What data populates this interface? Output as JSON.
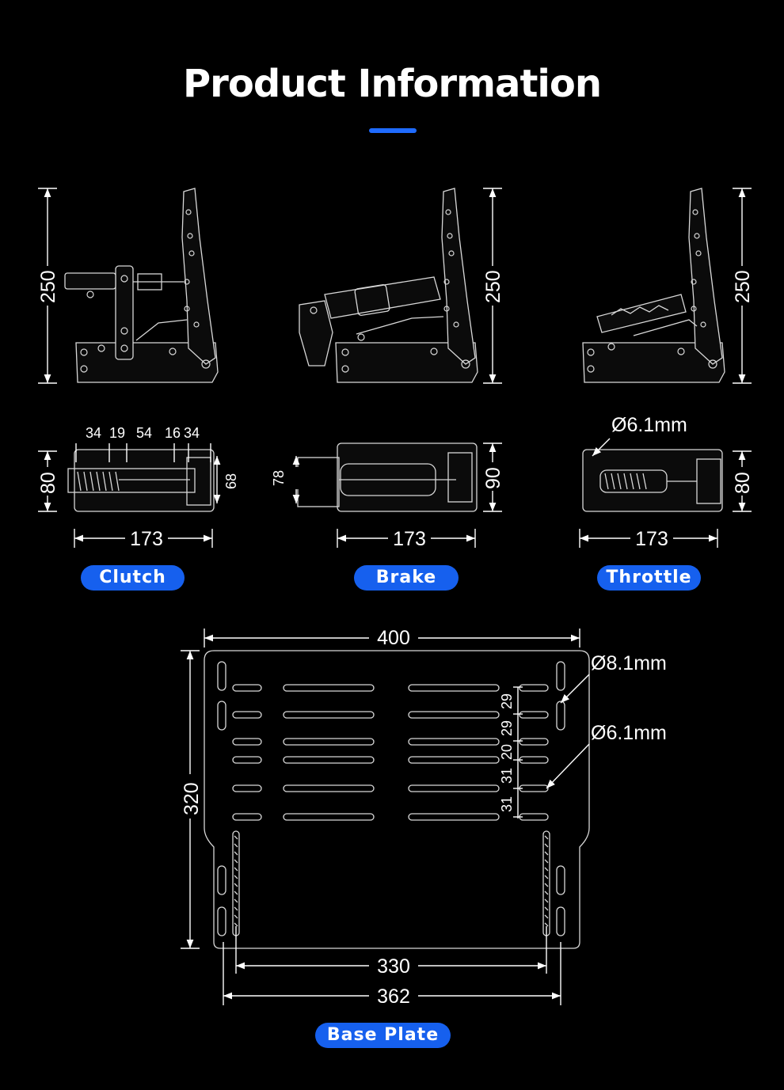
{
  "title": "Product Information",
  "accent_color": "#1660ee",
  "clutch": {
    "label": "Clutch",
    "height": "250",
    "width": "173",
    "depth_outer": "80",
    "depth_inner": "68",
    "segments": [
      "34",
      "19",
      "54",
      "16",
      "34"
    ]
  },
  "brake": {
    "label": "Brake",
    "height": "250",
    "width": "173",
    "depth_outer": "90",
    "depth_inner": "78"
  },
  "throttle": {
    "label": "Throttle",
    "height": "250",
    "width": "173",
    "depth_outer": "80",
    "hole": "Ø6.1mm"
  },
  "base_plate": {
    "label": "Base Plate",
    "width": "400",
    "height": "320",
    "hole_large": "Ø8.1mm",
    "hole_small": "Ø6.1mm",
    "inner_span": "330",
    "outer_span": "362",
    "spacings": [
      "29",
      "29",
      "20",
      "31",
      "31"
    ]
  }
}
